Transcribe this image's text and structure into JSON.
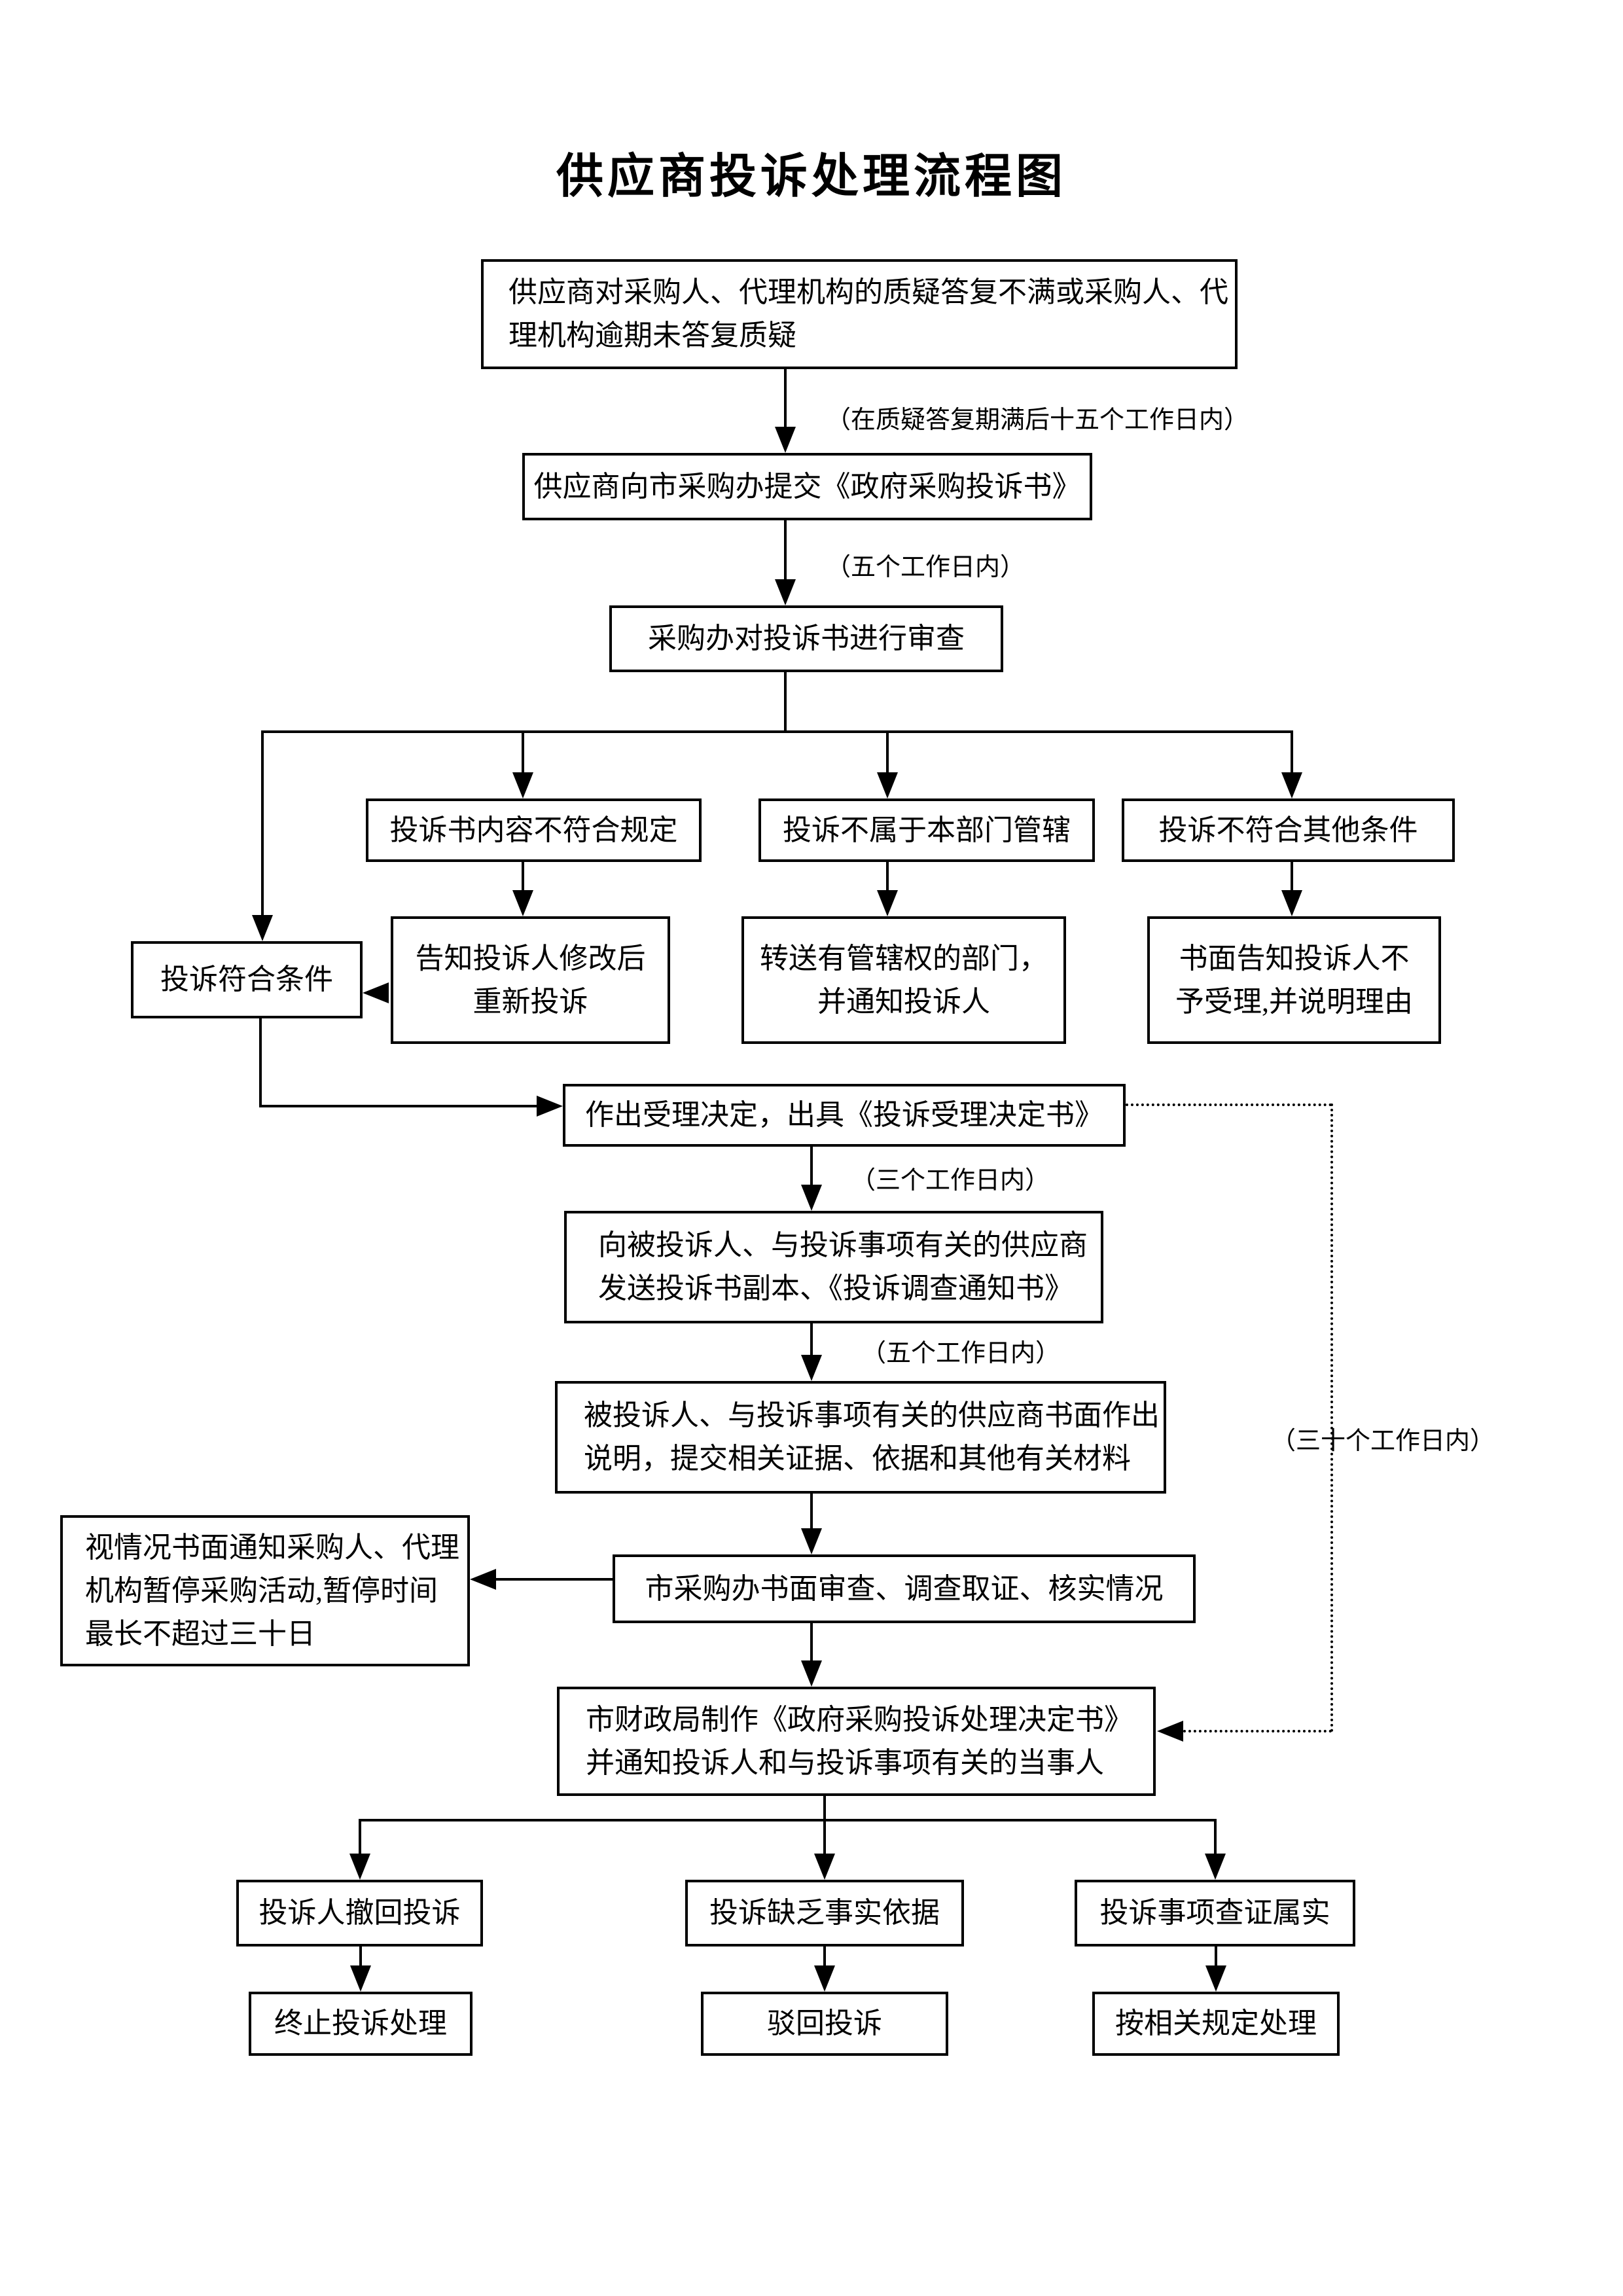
{
  "title": "供应商投诉处理流程图",
  "colors": {
    "ink": "#000000",
    "paper": "#ffffff"
  },
  "nodes": {
    "start": {
      "line1": "供应商对采购人、代理机构的质疑答复不满或采购人、代",
      "line2": "理机构逾期未答复质疑"
    },
    "submit": {
      "text": "供应商向市采购办提交《政府采购投诉书》"
    },
    "review": {
      "text": "采购办对投诉书进行审查"
    },
    "meets": {
      "text": "投诉符合条件"
    },
    "nonconforming": {
      "text": "投诉书内容不符合规定"
    },
    "not_jurisdiction": {
      "text": "投诉不属于本部门管辖"
    },
    "other_conditions": {
      "text": "投诉不符合其他条件"
    },
    "notify_modify": {
      "line1": "告知投诉人修改后",
      "line2": "重新投诉"
    },
    "transfer": {
      "line1": "转送有管辖权的部门，",
      "line2": "并通知投诉人"
    },
    "written_rejection": {
      "line1": "书面告知投诉人不",
      "line2": "予受理,并说明理由"
    },
    "accept": {
      "text": "作出受理决定，出具《投诉受理决定书》"
    },
    "send": {
      "line1": "向被投诉人、与投诉事项有关的供应商",
      "line2": "发送投诉书副本、《投诉调查通知书》"
    },
    "explain": {
      "line1": "被投诉人、与投诉事项有关的供应商书面作出",
      "line2": "说明，提交相关证据、依据和其他有关材料"
    },
    "suspend": {
      "line1": "视情况书面通知采购人、代理",
      "line2": "机构暂停采购活动,暂停时间",
      "line3": "最长不超过三十日"
    },
    "investigate": {
      "text": "市采购办书面审查、调查取证、核实情况"
    },
    "decision": {
      "line1": "市财政局制作《政府采购投诉处理决定书》",
      "line2": "并通知投诉人和与投诉事项有关的当事人"
    },
    "withdraw": {
      "text": "投诉人撤回投诉"
    },
    "lack_evidence": {
      "text": "投诉缺乏事实依据"
    },
    "verified": {
      "text": "投诉事项查证属实"
    },
    "terminate": {
      "text": "终止投诉处理"
    },
    "dismiss": {
      "text": "驳回投诉"
    },
    "handle": {
      "text": "按相关规定处理"
    }
  },
  "edge_labels": {
    "fifteen_days": "（在质疑答复期满后十五个工作日内）",
    "five_days_a": "（五个工作日内）",
    "three_days": "（三个工作日内）",
    "five_days_b": "（五个工作日内）",
    "thirty_days": "（三十个工作日内）"
  }
}
